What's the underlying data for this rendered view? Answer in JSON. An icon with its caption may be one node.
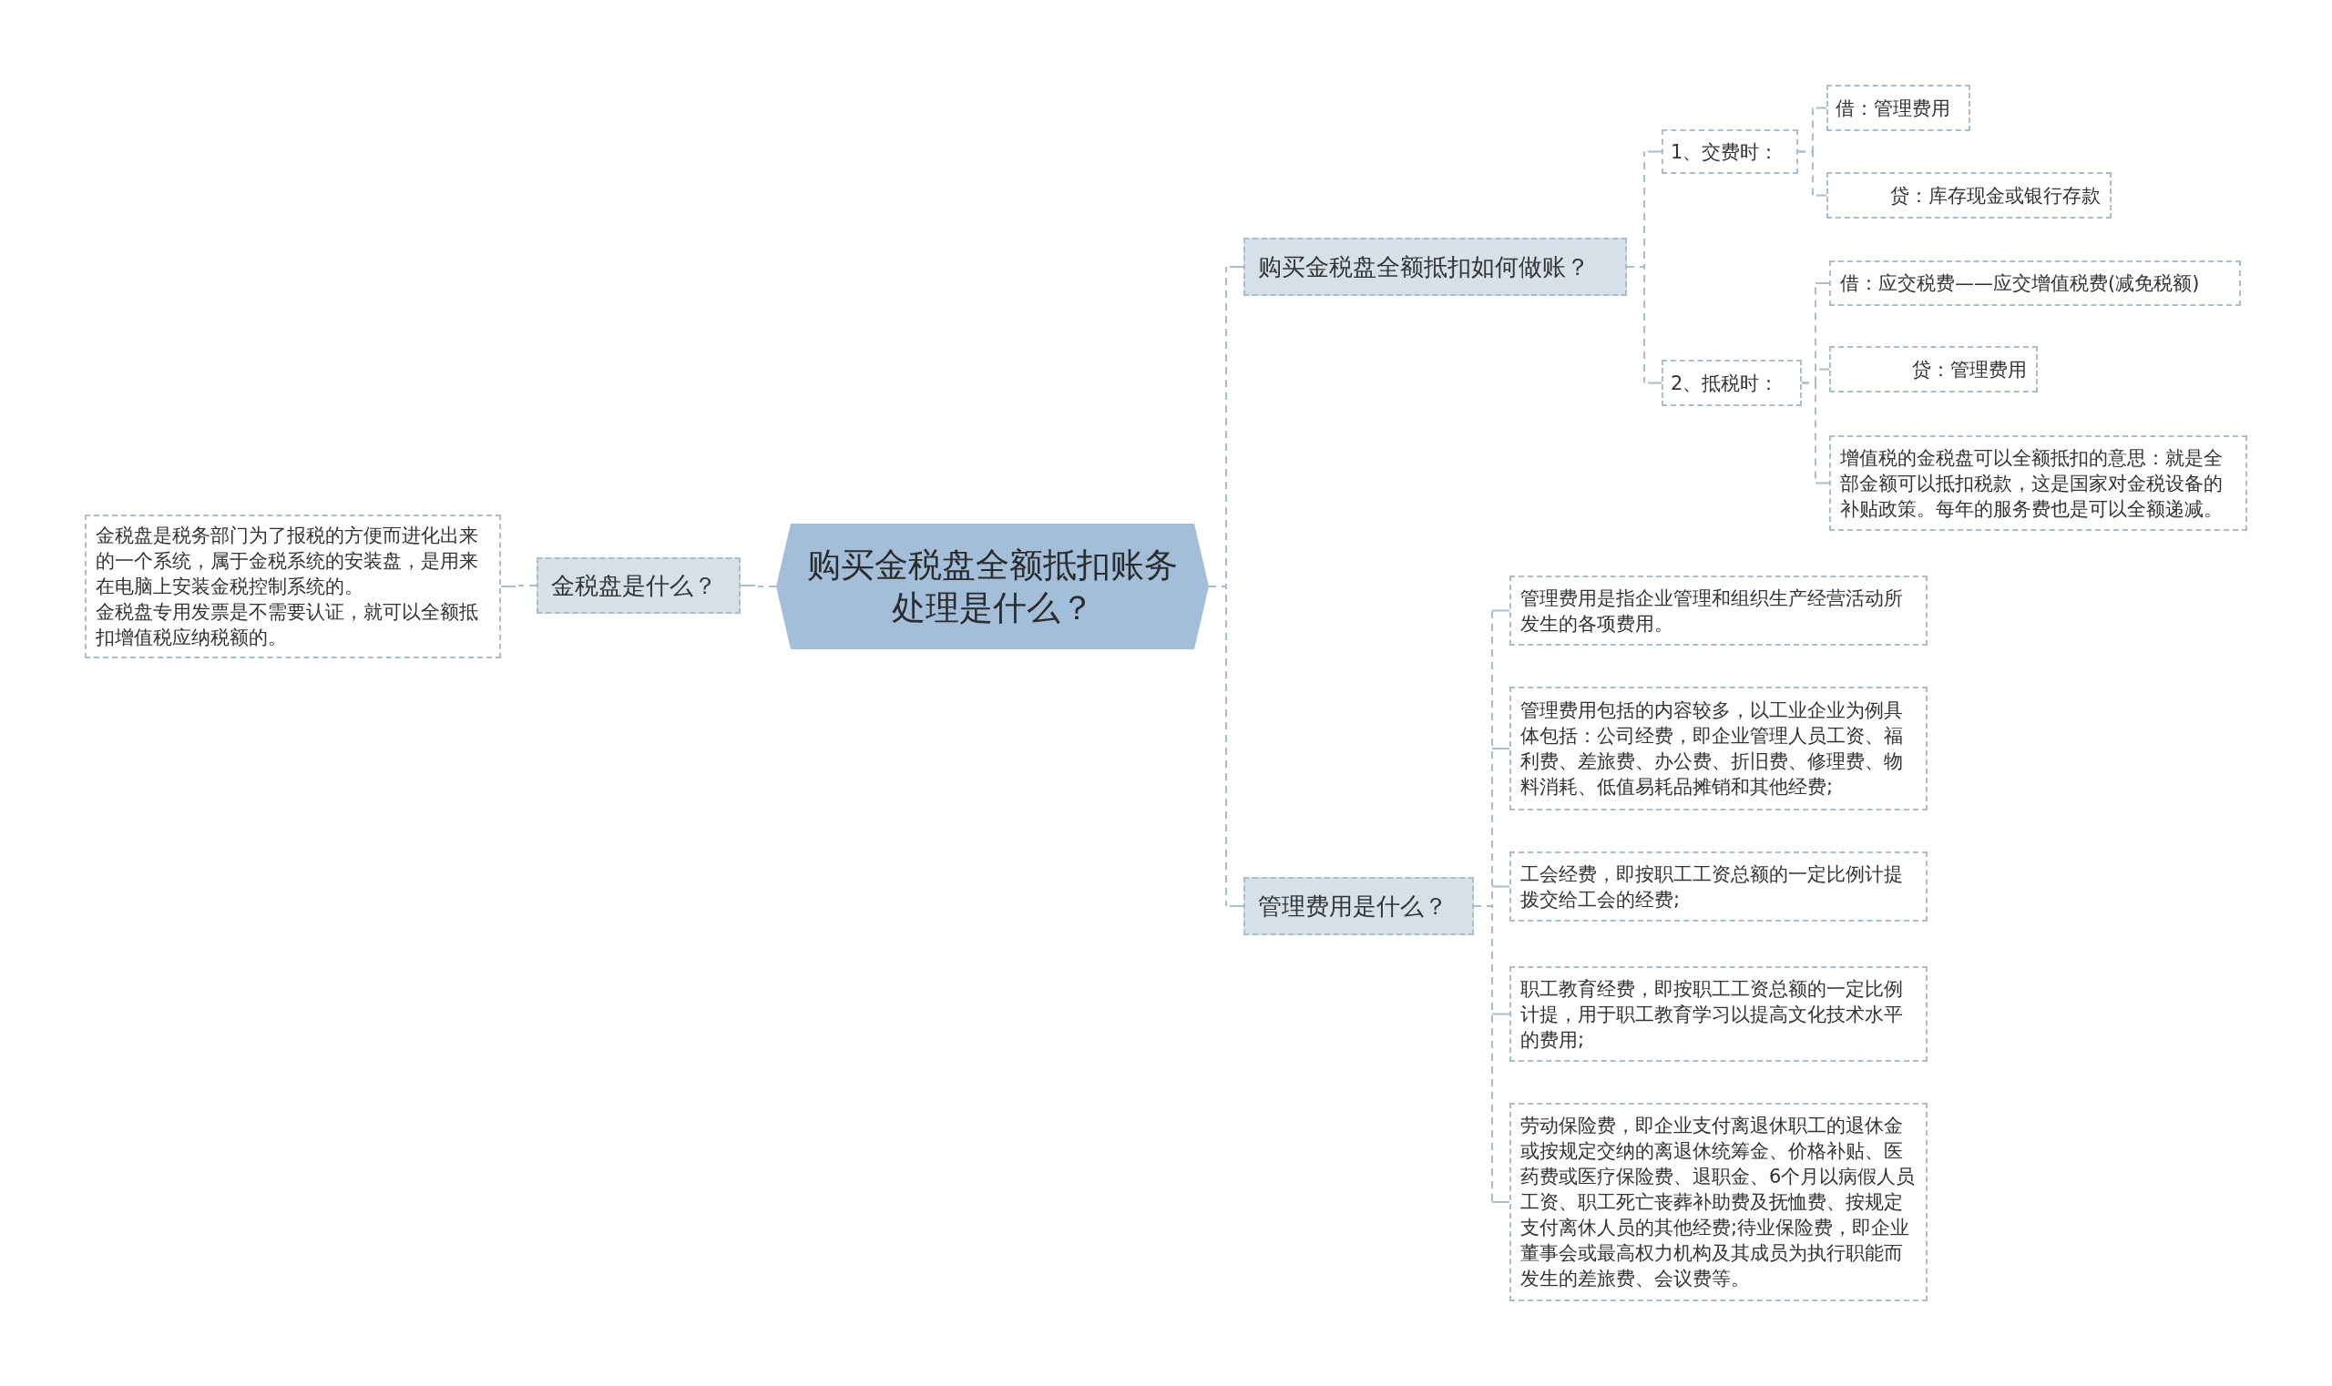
{
  "diagram": {
    "nodes": [
      {
        "text": [
          "购买金税盘全额抵扣账务处理是什么？"
        ]
      },
      {
        "text": [
          "金税盘是什么？"
        ]
      },
      {
        "text": [
          "金税盘是税务部门为了报税的方便而进化出来的一个系统，属于金税系统的安装盘，是用来在电脑上安装金税控制系统的。",
          "金税盘专用发票是不需要认证，就可以全额抵扣增值税应纳税额的。"
        ]
      },
      {
        "text": [
          "购买金税盘全额抵扣如何做账？"
        ]
      },
      {
        "text": [
          "1、交费时："
        ]
      },
      {
        "text": [
          "借：管理费用"
        ]
      },
      {
        "text": [
          "贷：库存现金或银行存款"
        ]
      },
      {
        "text": [
          "2、抵税时："
        ]
      },
      {
        "text": [
          "借：应交税费——应交增值税费(减免税额)"
        ]
      },
      {
        "text": [
          "贷：管理费用"
        ]
      },
      {
        "text": [
          "增值税的金税盘可以全额抵扣的意思：就是全部金额可以抵扣税款，这是国家对金税设备的补贴政策。每年的服务费也是可以全额递减。"
        ]
      },
      {
        "text": [
          "管理费用是什么？"
        ]
      },
      {
        "text": [
          "管理费用是指企业管理和组织生产经营活动所发生的各项费用。"
        ]
      },
      {
        "text": [
          "管理费用包括的内容较多，以工业企业为例具体包括：公司经费，即企业管理人员工资、福利费、差旅费、办公费、折旧费、修理费、物料消耗、低值易耗品摊销和其他经费;"
        ]
      },
      {
        "text": [
          "工会经费，即按职工工资总额的一定比例计提拨交给工会的经费;"
        ]
      },
      {
        "text": [
          "职工教育经费，即按职工工资总额的一定比例计提，用于职工教育学习以提高文化技术水平的费用;"
        ]
      },
      {
        "text": [
          "劳动保险费，即企业支付离退休职工的退休金或按规定交纳的离退休统筹金、价格补贴、医药费或医疗保险费、退职金、6个月以病假人员工资、职工死亡丧葬补助费及抚恤费、按规定支付离休人员的其他经费;待业保险费，即企业董事会或最高权力机构及其成员为执行职能而发生的差旅费、会议费等。"
        ]
      }
    ],
    "edges": [
      {
        "from": 0,
        "to": 1,
        "arrow": "none"
      },
      {
        "from": 1,
        "to": 2,
        "arrow": "none"
      },
      {
        "from": 0,
        "to": 3,
        "arrow": "none"
      },
      {
        "from": 0,
        "to": 11,
        "arrow": "none"
      },
      {
        "from": 3,
        "to": 4,
        "arrow": "none"
      },
      {
        "from": 3,
        "to": 7,
        "arrow": "none"
      },
      {
        "from": 4,
        "to": 5,
        "arrow": "none"
      },
      {
        "from": 4,
        "to": 6,
        "arrow": "none"
      },
      {
        "from": 7,
        "to": 8,
        "arrow": "none"
      },
      {
        "from": 7,
        "to": 9,
        "arrow": "none"
      },
      {
        "from": 7,
        "to": 10,
        "arrow": "none"
      },
      {
        "from": 11,
        "to": 12,
        "arrow": "none"
      },
      {
        "from": 11,
        "to": 13,
        "arrow": "none"
      },
      {
        "from": 11,
        "to": 14,
        "arrow": "none"
      },
      {
        "from": 11,
        "to": 15,
        "arrow": "none"
      },
      {
        "from": 11,
        "to": 16,
        "arrow": "none"
      }
    ]
  }
}
